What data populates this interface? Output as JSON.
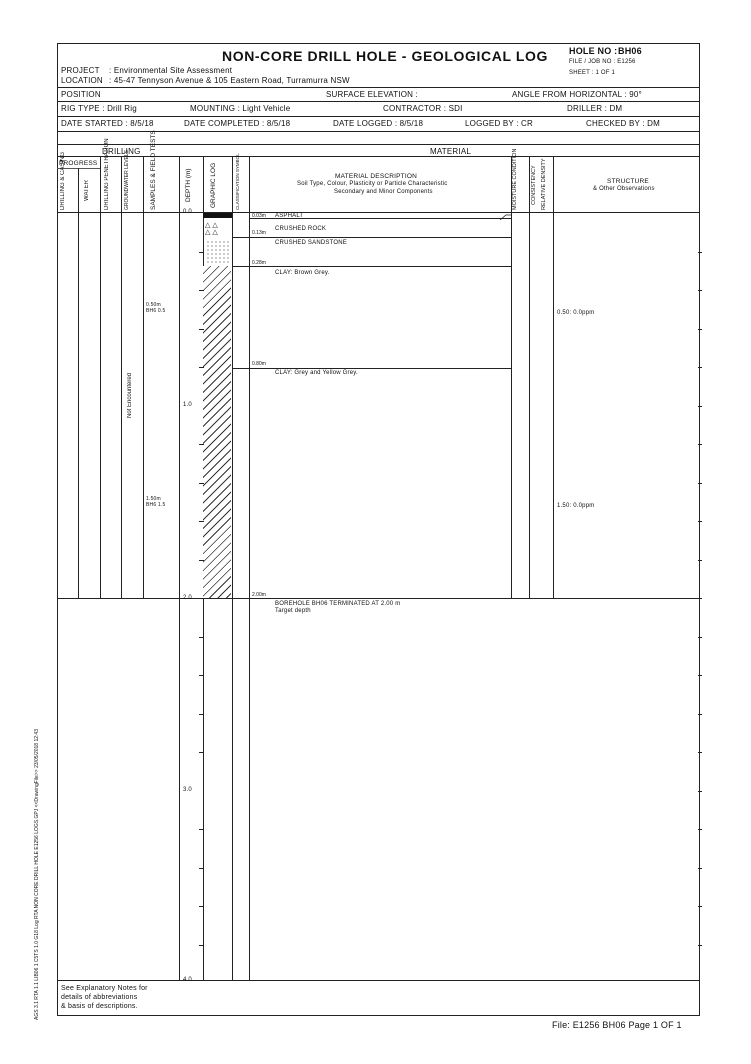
{
  "header": {
    "title": "NON-CORE DRILL HOLE - GEOLOGICAL LOG",
    "hole_no_label": "HOLE NO :",
    "hole_no": "BH06",
    "file_job": "FILE / JOB NO : E1256",
    "sheet": "SHEET : 1 OF 1",
    "project_label": "PROJECT",
    "project": ": Environmental Site Assessment",
    "location_label": "LOCATION",
    "location": ": 45-47 Tennyson Avenue & 105 Eastern Road, Turramurra NSW"
  },
  "info_rows": {
    "position": "POSITION",
    "surface_elevation": "SURFACE ELEVATION :",
    "angle": "ANGLE FROM HORIZONTAL : 90°",
    "rig_type": "RIG TYPE : Drill Rig",
    "mounting": "MOUNTING : Light Vehicle",
    "contractor": "CONTRACTOR : SDI",
    "driller": "DRILLER : DM",
    "date_started": "DATE STARTED : 8/5/18",
    "date_completed": "DATE COMPLETED : 8/5/18",
    "date_logged": "DATE LOGGED : 8/5/18",
    "logged_by": "LOGGED BY : CR",
    "checked_by": "CHECKED BY : DM"
  },
  "sections": {
    "drilling": "DRILLING",
    "material": "MATERIAL"
  },
  "columns": {
    "progress": "PROGRESS",
    "drilling_casing": "DRILLING & CASING",
    "water": "WATER",
    "drilling_penetration": "DRILLING PENETRATION",
    "groundwater_levels": "GROUNDWATER LEVELS",
    "samples": "SAMPLES & FIELD TESTS",
    "depth": "DEPTH (m)",
    "graphic_log": "GRAPHIC LOG",
    "classification": "CLASSIFICATION SYMBOL",
    "material_desc_1": "MATERIAL DESCRIPTION",
    "material_desc_2": "Soil Type, Colour, Plasticity or Particle Characteristic",
    "material_desc_3": "Secondary and Minor Components",
    "moisture": "MOISTURE CONDITION",
    "consistency": "CONSISTENCY",
    "relative_density": "RELATIVE DENSITY",
    "structure_1": "STRUCTURE",
    "structure_2": "& Other Observations"
  },
  "depth_labels": [
    "0.0",
    "1.0",
    "2.0",
    "3.0",
    "4.0"
  ],
  "groundwater": "Not Encountered",
  "samples": [
    {
      "depth": "0.50m",
      "id": "BH6 0.5"
    },
    {
      "depth": "1.50m",
      "id": "BH6 1.5"
    }
  ],
  "layers": [
    {
      "depth": "0.03m",
      "desc": "ASPHALT"
    },
    {
      "depth": "0.13m",
      "desc": "CRUSHED ROCK"
    },
    {
      "depth": "",
      "desc": "CRUSHED SANDSTONE"
    },
    {
      "depth": "0.28m",
      "desc": "CLAY: Brown Grey."
    },
    {
      "depth": "0.80m",
      "desc": "CLAY: Grey and Yellow Grey."
    },
    {
      "depth": "2.00m",
      "desc": "BOREHOLE BH06 TERMINATED AT 2.00 m"
    }
  ],
  "termination_note": "Target depth",
  "observations": [
    "0.50: 0.0ppm",
    "1.50: 0.0ppm"
  ],
  "footer_note": [
    "See Explanatory Notes for",
    "details of abbreviations",
    "& basis of descriptions."
  ],
  "side_text": "AGS 3.1 RTA 1.1 LIB06 1 C5TS 1.0 G18 Log RTA NON CORE DRILL HOLE E1256 LOGS.GPJ <<DrawingFile>> 23/05/2018 12:43",
  "file_footer": "File: E1256 BH06  Page 1  OF  1"
}
